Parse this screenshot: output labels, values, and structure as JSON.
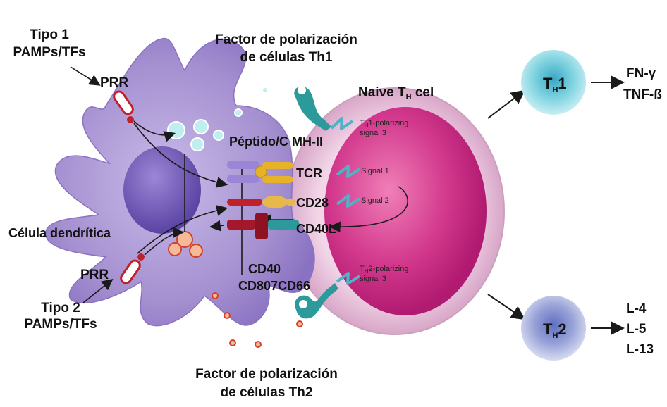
{
  "labels": {
    "tipo1_line1": "Tipo 1",
    "tipo1_line2": "PAMPs/TFs",
    "prr_top": "PRR",
    "factor_th1_line1": "Factor de polarización",
    "factor_th1_line2": "de células Th1",
    "naive_main": "Naive T",
    "naive_sub": "H",
    "naive_tail": " cel",
    "peptido": "Péptido/C MH-II",
    "th1_signal_line1_sub": "H",
    "th1_signal_line1_pre": "T",
    "th1_signal_line1_post": "1-polarizing",
    "th1_signal_line2": "signal 3",
    "tcr": "TCR",
    "signal1": "Signal 1",
    "cd28": "CD28",
    "signal2": "Signal 2",
    "cd40l": "CD40L",
    "celula_dendritica": "Célula dendrítica",
    "th2_signal_line1_pre": "T",
    "th2_signal_line1_sub": "H",
    "th2_signal_line1_post": "2-polarizing",
    "th2_signal_line2": "signal 3",
    "prr_bottom": "PRR",
    "cd40": "CD40",
    "cd80_cd86": "CD807CD66",
    "tipo2_line1": "Tipo 2",
    "tipo2_line2": "PAMPs/TFs",
    "factor_th2_line1": "Factor de polarización",
    "factor_th2_line2": "de células Th2",
    "th1_cell_main": "T",
    "th1_cell_sub": "H",
    "th1_cell_num": "1",
    "th2_cell_main": "T",
    "th2_cell_sub": "H",
    "th2_cell_num": "2",
    "th1_out1": "FN-γ",
    "th1_out2": "TNF-ß",
    "th2_out1": "L-4",
    "th2_out2": "L-5",
    "th2_out3": "L-13"
  },
  "colors": {
    "dendritic_cell": "#a48fd0",
    "dendritic_nucleus": "#6d55b4",
    "naive_outer": "#ebc6df",
    "naive_inner": "#c8207e",
    "th1_cell": "#6fd0e0",
    "th2_cell": "#8591cf",
    "receptor_teal": "#2c9a9a",
    "receptor_gold": "#e6b22a",
    "receptor_red": "#b2202a"
  }
}
